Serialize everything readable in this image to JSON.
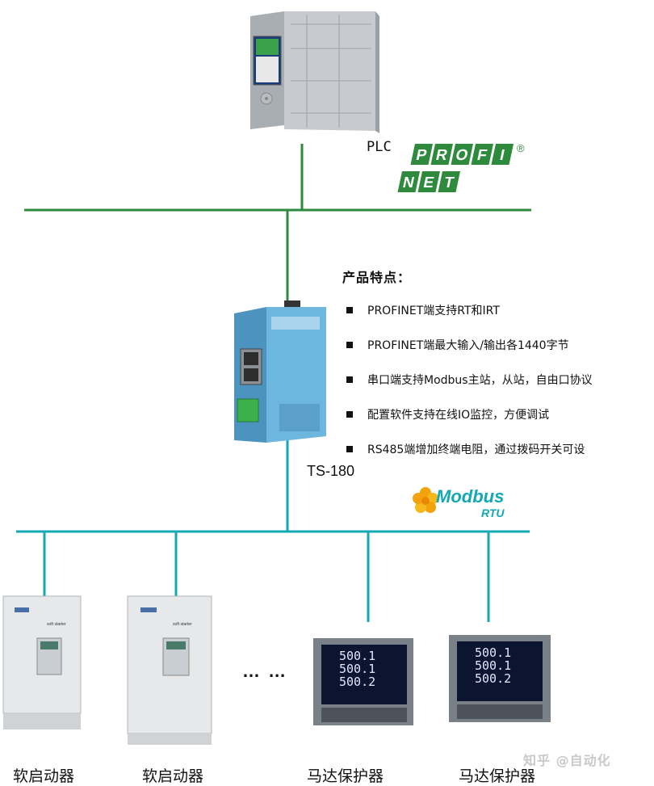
{
  "plc": {
    "label": "PLC"
  },
  "profinet_logo": {
    "row1": [
      "P",
      "R",
      "O",
      "F",
      "I"
    ],
    "row2": [
      "N",
      "E",
      "T"
    ],
    "registered": "®"
  },
  "gateway": {
    "label": "TS-180"
  },
  "modbus_logo": {
    "word": "Modbus",
    "sub": "RTU"
  },
  "features": {
    "title": "产品特点：",
    "items": [
      "PROFINET端支持RT和IRT",
      "PROFINET端最大输入/输出各1440字节",
      "串口端支持Modbus主站，从站，自由口协议",
      "配置软件支持在线IO监控，方便调试",
      "RS485端增加终端电阻，通过拨码开关可设"
    ]
  },
  "devices": [
    {
      "label": "软启动器",
      "brand_text": "soft starter"
    },
    {
      "label": "软启动器",
      "brand_text": "soft starter"
    },
    {
      "label": "马达保护器",
      "display": [
        "500.1",
        "500.1",
        "500.2"
      ]
    },
    {
      "label": "马达保护器",
      "display": [
        "500.1",
        "500.1",
        "500.2"
      ]
    }
  ],
  "ellipsis": "…  …",
  "watermark": "知乎 @自动化",
  "colors": {
    "profinet_green": "#2e8b3e",
    "modbus_teal": "#12a8b4",
    "gateway_blue": "#5aa9d6",
    "plc_grey": "#c7cbcf"
  }
}
